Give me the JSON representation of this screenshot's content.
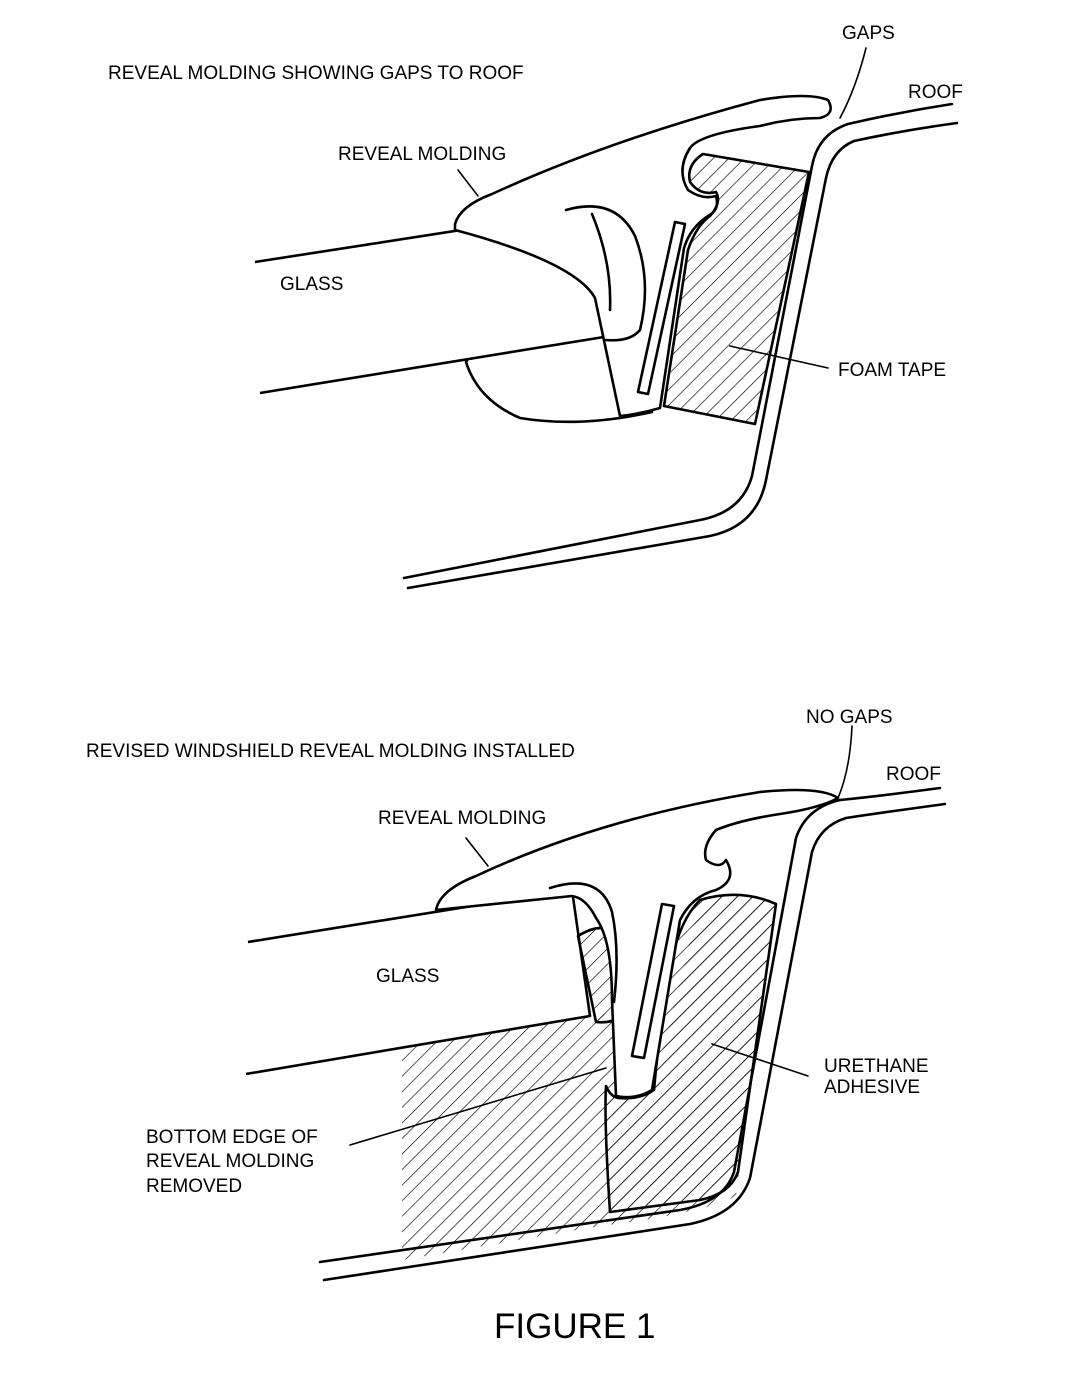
{
  "top": {
    "title": "REVEAL MOLDING SHOWING GAPS TO ROOF",
    "labels": {
      "gaps": "GAPS",
      "roof": "ROOF",
      "reveal_molding": "REVEAL MOLDING",
      "glass": "GLASS",
      "foam_tape": "FOAM TAPE"
    }
  },
  "bottom": {
    "title": "REVISED WINDSHIELD REVEAL MOLDING INSTALLED",
    "labels": {
      "no_gaps": "NO GAPS",
      "roof": "ROOF",
      "reveal_molding": "REVEAL MOLDING",
      "glass": "GLASS",
      "urethane_line1": "URETHANE",
      "urethane_line2": "ADHESIVE",
      "bottom_edge_line1": "BOTTOM EDGE OF",
      "bottom_edge_line2": "REVEAL MOLDING",
      "bottom_edge_line3": "REMOVED"
    }
  },
  "caption": "FIGURE 1",
  "colors": {
    "ink": "#000000",
    "paper": "#ffffff"
  }
}
